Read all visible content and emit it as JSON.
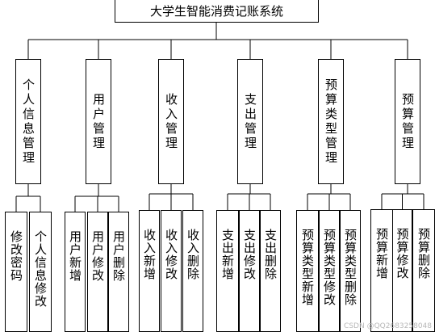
{
  "chart_data": {
    "type": "diagram",
    "root": "大学生智能消费记账系统",
    "modules": [
      {
        "label": "个人信息管理",
        "children": [
          "修改密码",
          "个人信息修改"
        ]
      },
      {
        "label": "用户管理",
        "children": [
          "用户新增",
          "用户修改",
          "用户删除"
        ]
      },
      {
        "label": "收入管理",
        "children": [
          "收入新增",
          "收入修改",
          "收入删除"
        ]
      },
      {
        "label": "支出管理",
        "children": [
          "支出新增",
          "支出修改",
          "支出删除"
        ]
      },
      {
        "label": "预算类型管理",
        "children": [
          "预算类型新增",
          "预算类型修改",
          "预算类型删除"
        ]
      },
      {
        "label": "预算管理",
        "children": [
          "预算新增",
          "预算修改",
          "预算删除"
        ]
      }
    ]
  },
  "watermark": "CSDN @QQ2683258048"
}
